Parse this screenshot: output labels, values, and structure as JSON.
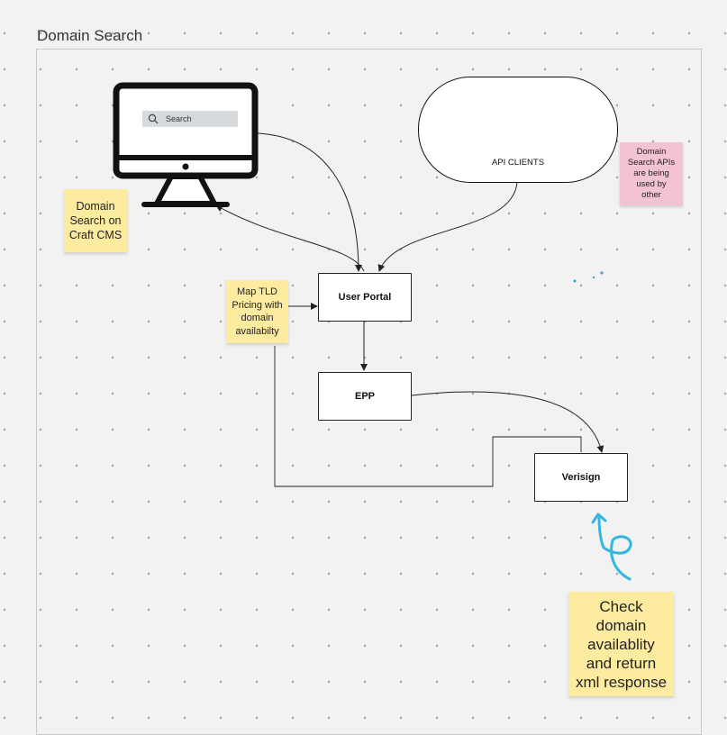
{
  "board": {
    "frame_title": "Domain Search"
  },
  "search_widget": {
    "placeholder": "Search"
  },
  "api_clients": {
    "label": "API CLIENTS"
  },
  "nodes": {
    "user_portal": "User Portal",
    "epp": "EPP",
    "verisign": "Verisign"
  },
  "stickies": {
    "craft_cms": "Domain\nSearch on\nCraft CMS",
    "map_tld": "Map TLD\nPricing with\ndomain\navailabilty",
    "apis_note": "Domain\nSearch APIs\nare being\nused by\nother",
    "check_domain": "Check\ndomain\navailablity\nand return\nxml response"
  },
  "colors": {
    "sticky_yellow": "#fdeca0",
    "sticky_pink": "#f4c2d5",
    "ink": "#111111",
    "pen_blue": "#36b4e0",
    "dot_teal": "#3aa7c9"
  },
  "icons": [
    "desktop-monitor-icon",
    "search-icon",
    "desktop-icon",
    "smartphone-icon"
  ]
}
